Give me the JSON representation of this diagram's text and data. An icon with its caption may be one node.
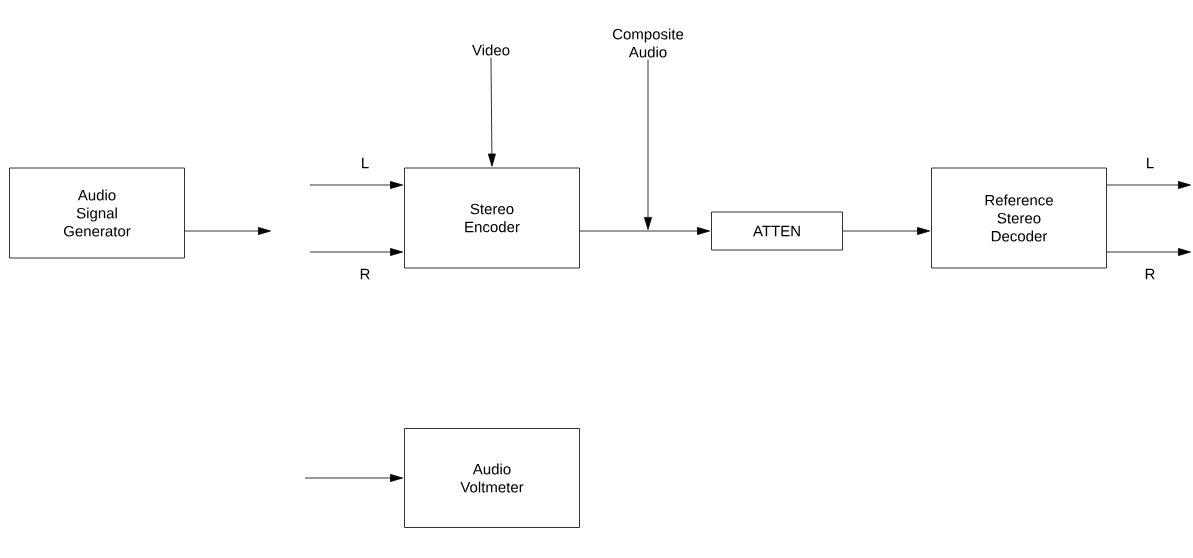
{
  "diagram": {
    "nodes": [
      {
        "text": [
          "Audio Signal Generator"
        ]
      },
      {
        "text": [
          "Stereo Encoder"
        ]
      },
      {
        "text": [
          "ATTEN"
        ]
      },
      {
        "text": [
          "Reference Stereo Decoder"
        ]
      },
      {
        "text": [
          "Audio Voltmeter"
        ]
      },
      {
        "text": [
          "Video"
        ]
      },
      {
        "text": [
          "Composite Audio"
        ]
      }
    ],
    "edges": [
      {
        "from": 0,
        "to": null,
        "arrow": "to"
      },
      {
        "from": null,
        "to": 1,
        "arrow": "to",
        "label": "L"
      },
      {
        "from": null,
        "to": 1,
        "arrow": "to",
        "label": "R"
      },
      {
        "from": 5,
        "to": 1,
        "arrow": "to"
      },
      {
        "from": 1,
        "to": 2,
        "arrow": "to"
      },
      {
        "from": 6,
        "to": null,
        "arrow": "to"
      },
      {
        "from": 2,
        "to": 3,
        "arrow": "to"
      },
      {
        "from": 3,
        "to": null,
        "arrow": "to",
        "label": "L"
      },
      {
        "from": 3,
        "to": null,
        "arrow": "to",
        "label": "R"
      },
      {
        "from": null,
        "to": 4,
        "arrow": "to"
      }
    ]
  }
}
